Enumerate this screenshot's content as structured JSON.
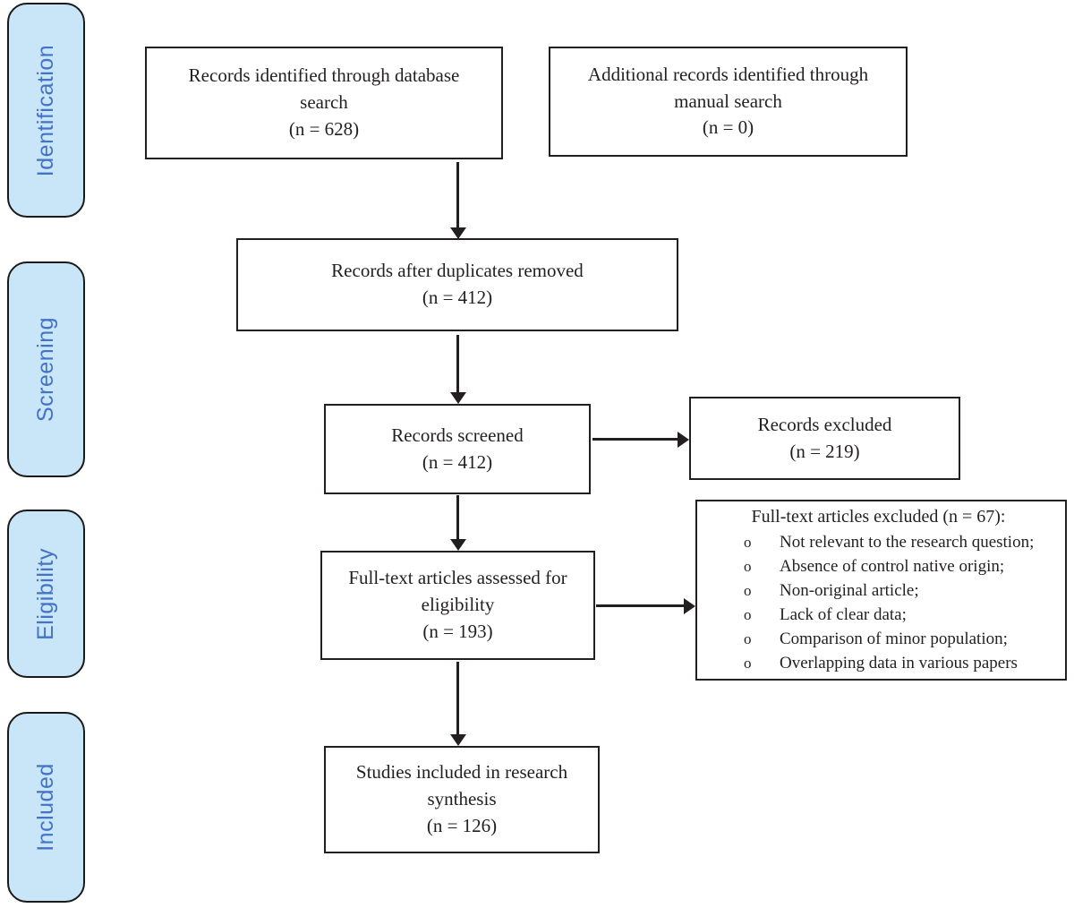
{
  "figure": {
    "kind": "prisma-flow-diagram"
  },
  "colors": {
    "stage_fill": "#c9e5f8",
    "stage_text": "#4472c4",
    "box_border": "#231f20",
    "box_text": "#231f20",
    "arrow": "#231f20",
    "background": "#ffffff"
  },
  "stages": [
    {
      "label": "Identification"
    },
    {
      "label": "Screening"
    },
    {
      "label": "Eligibility"
    },
    {
      "label": "Included"
    }
  ],
  "boxes": {
    "identified": {
      "text": "Records identified through database\nsearch\n(n = 628)"
    },
    "additional": {
      "text": "Additional records identified through\nmanual search\n(n = 0)"
    },
    "deduplicated": {
      "text": "Records after duplicates removed\n(n = 412)"
    },
    "screened": {
      "text": "Records screened\n(n = 412)"
    },
    "records_excluded": {
      "text": "Records excluded\n(n = 219)"
    },
    "fulltext_assessed": {
      "text": "Full-text articles assessed for\neligibility\n(n = 193)"
    },
    "fulltext_excluded": {
      "title": "Full-text articles excluded (n = 67):",
      "bullet": "o",
      "reasons": [
        "Not relevant to the research question;",
        "Absence of control native origin;",
        "Non-original article;",
        "Lack of clear data;",
        "Comparison of minor population;",
        "Overlapping data in various papers"
      ]
    },
    "included_studies": {
      "text": "Studies included in research\nsynthesis\n(n = 126)"
    }
  }
}
